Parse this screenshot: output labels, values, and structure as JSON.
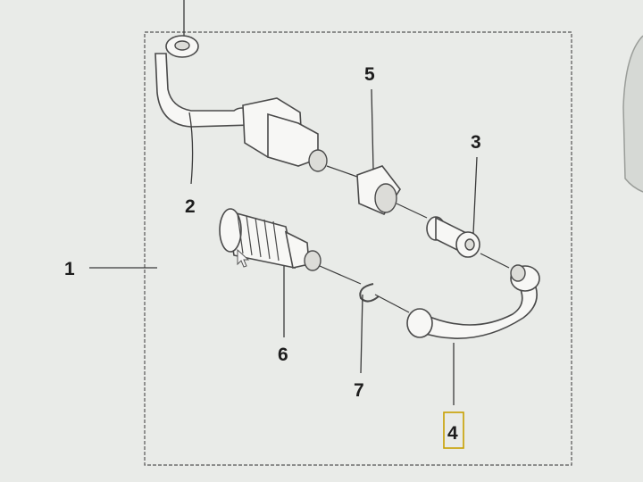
{
  "diagram": {
    "callouts": {
      "c1": "1",
      "c2": "2",
      "c3": "3",
      "c4": "4",
      "c5": "5",
      "c6": "6",
      "c7": "7"
    },
    "highlight_color": "#c8a000"
  }
}
